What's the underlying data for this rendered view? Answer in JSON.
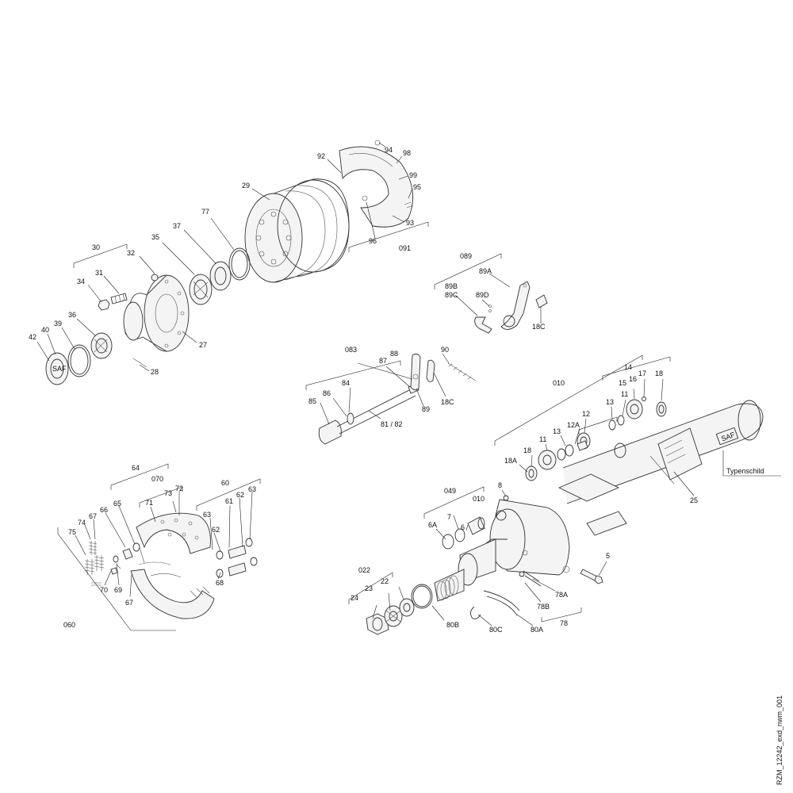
{
  "drawing_code": "RZM_12242_exd_nwm_001",
  "type_plate_label": "Typenschild",
  "type_plate_logo": "SAF",
  "hub_cap_logo": "SAF",
  "groups": {
    "g091": "091",
    "g30": "30",
    "g089": "089",
    "g083": "083",
    "g010": "010",
    "g64": "64",
    "g070": "070",
    "g60": "60",
    "g060": "060",
    "g049": "049",
    "g022": "022",
    "g78": "78"
  },
  "callouts": {
    "c94": "94",
    "c98": "98",
    "c92": "92",
    "c99": "99",
    "c95": "95",
    "c96": "96",
    "c93": "93",
    "c29": "29",
    "c77": "77",
    "c37": "37",
    "c35": "35",
    "c32": "32",
    "c31": "31",
    "c34": "34",
    "c36": "36",
    "c39": "39",
    "c40": "40",
    "c42": "42",
    "c27": "27",
    "c28": "28",
    "c89A": "89A",
    "c89B": "89B",
    "c89C": "89C",
    "c89D": "89D",
    "c18C_a": "18C",
    "c88": "88",
    "c90": "90",
    "c87": "87",
    "c84": "84",
    "c86": "86",
    "c85": "85",
    "c8182": "81 / 82",
    "c89": "89",
    "c18C_b": "18C",
    "c14": "14",
    "c17": "17",
    "c18_a": "18",
    "c15": "15",
    "c16": "16",
    "c11_a": "11",
    "c13_a": "13",
    "c12": "12",
    "c12A": "12A",
    "c11_b": "11",
    "c13_b": "13",
    "c18_b": "18",
    "c18A": "18A",
    "c25": "25",
    "c8": "8",
    "c7": "7",
    "c6": "6",
    "c6A": "6A",
    "c5": "5",
    "c72": "72",
    "c73": "73",
    "c71": "71",
    "c63_a": "63",
    "c61": "61",
    "c62_a": "62",
    "c63_b": "63",
    "c66": "66",
    "c65": "65",
    "c67_a": "67",
    "c74": "74",
    "c75": "75",
    "c62_b": "62",
    "c68": "68",
    "c69": "69",
    "c70": "70",
    "c67_b": "67",
    "c24": "24",
    "c23": "23",
    "c22": "22",
    "c80B": "80B",
    "c80C": "80C",
    "c80A": "80A",
    "c78A": "78A",
    "c78B": "78B"
  }
}
